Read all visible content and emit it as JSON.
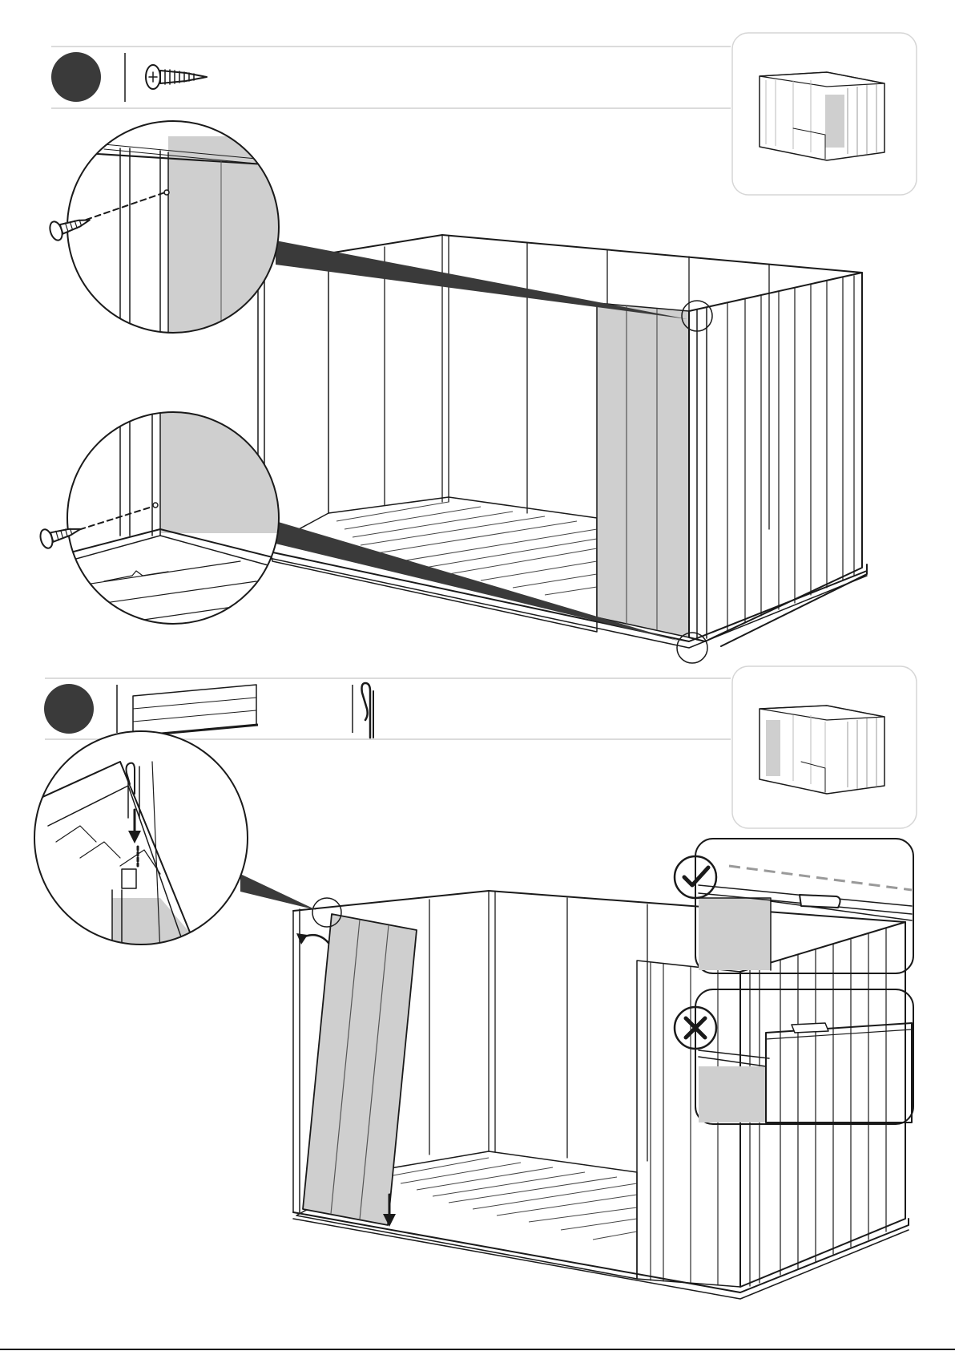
{
  "page": {
    "background": "#ffffff",
    "panel_fill": "#cfcfcf",
    "step_badge_fill": "#3a3a3a"
  },
  "steps": [
    {
      "badge_number": "",
      "parts": [
        {
          "icon": "screw-icon"
        }
      ],
      "thumbnail": {
        "icon": "shed-thumbnail-right-panel"
      },
      "callouts": [
        "top-screw-detail",
        "bottom-screw-detail"
      ]
    },
    {
      "badge_number": "",
      "parts": [
        {
          "icon": "wall-panel-icon"
        },
        {
          "icon": "hook-clip-icon"
        }
      ],
      "thumbnail": {
        "icon": "shed-thumbnail-left-panel"
      },
      "callouts": [
        "clip-insert-detail"
      ],
      "checks": [
        {
          "icon": "check-icon",
          "meaning": "correct"
        },
        {
          "icon": "cross-icon",
          "meaning": "incorrect"
        }
      ]
    }
  ]
}
